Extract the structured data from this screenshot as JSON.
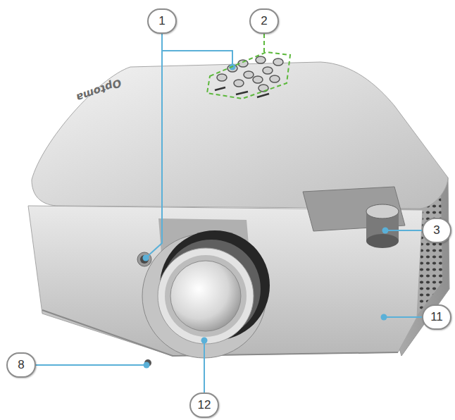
{
  "diagram": {
    "labels": [
      "1",
      "2",
      "Optoma",
      "3",
      "11",
      "8",
      "12"
    ]
  }
}
